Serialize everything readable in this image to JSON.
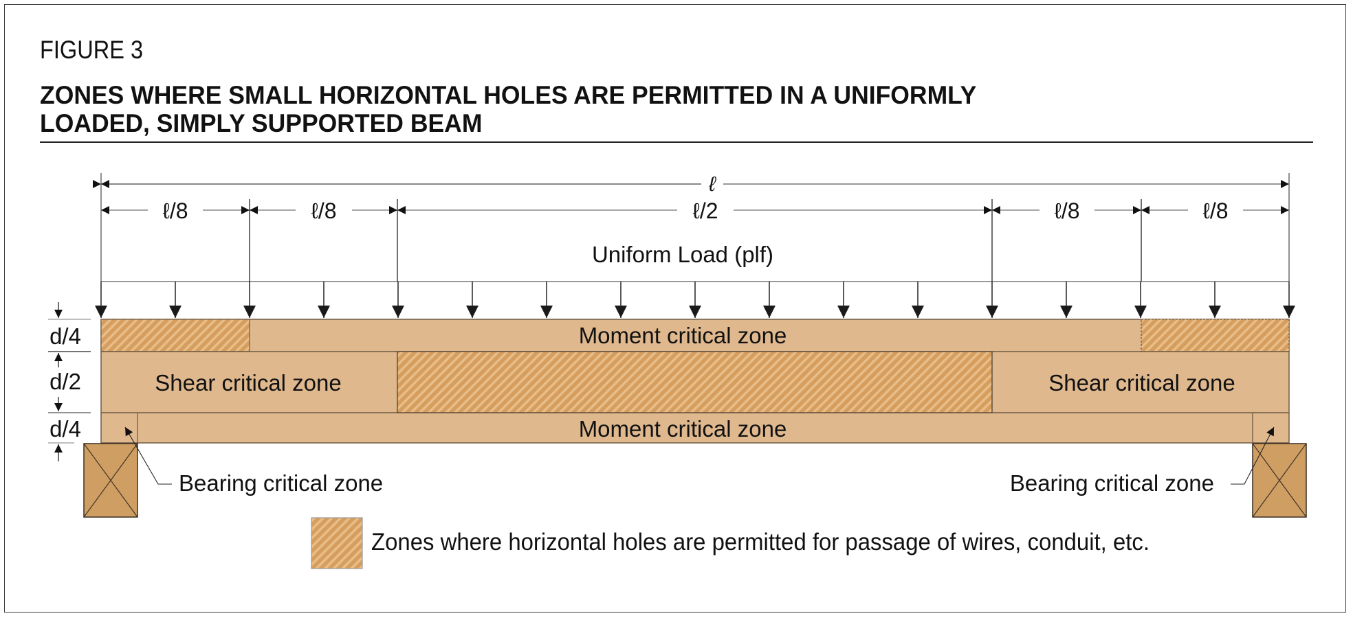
{
  "figure": {
    "label": "FIGURE 3",
    "title_line1": "ZONES WHERE SMALL HORIZONTAL HOLES ARE PERMITTED IN A UNIFORMLY",
    "title_line2": "LOADED, SIMPLY SUPPORTED BEAM"
  },
  "dimensions": {
    "total_span": "ℓ",
    "segments": [
      {
        "label": "ℓ/8"
      },
      {
        "label": "ℓ/8"
      },
      {
        "label": "ℓ/2"
      },
      {
        "label": "ℓ/8"
      },
      {
        "label": "ℓ/8"
      }
    ],
    "depth": [
      {
        "label": "d/4"
      },
      {
        "label": "d/2"
      },
      {
        "label": "d/4"
      }
    ]
  },
  "load": {
    "label": "Uniform Load (plf)",
    "arrow_count": 17
  },
  "zones": {
    "top_moment": "Moment critical zone",
    "left_shear": "Shear critical zone",
    "right_shear": "Shear critical zone",
    "bottom_moment": "Moment critical zone",
    "left_bearing": "Bearing critical zone",
    "right_bearing": "Bearing critical zone"
  },
  "legend": {
    "text": "Zones where horizontal holes are permitted for passage of wires, conduit, etc."
  },
  "colors": {
    "beam_fill": "#dfb88e",
    "hatch_base": "#d69e5e",
    "hatch_stripe": "#e9bd86",
    "support_fill": "#cf9e63",
    "outline": "#6e5a45"
  }
}
